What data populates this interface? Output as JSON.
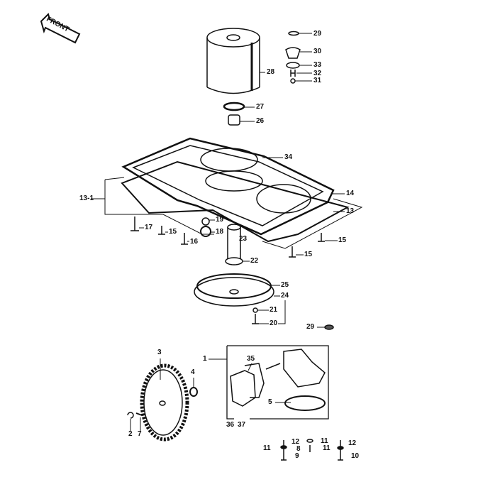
{
  "diagram": {
    "front_arrow_label": "FRONT",
    "callouts": [
      {
        "id": "c29a",
        "text": "29"
      },
      {
        "id": "c30",
        "text": "30"
      },
      {
        "id": "c33",
        "text": "33"
      },
      {
        "id": "c32",
        "text": "32"
      },
      {
        "id": "c31",
        "text": "31"
      },
      {
        "id": "c28",
        "text": "28"
      },
      {
        "id": "c27",
        "text": "27"
      },
      {
        "id": "c26",
        "text": "26"
      },
      {
        "id": "c34",
        "text": "34"
      },
      {
        "id": "c14",
        "text": "14"
      },
      {
        "id": "c13",
        "text": "13"
      },
      {
        "id": "c13_1",
        "text": "13-1"
      },
      {
        "id": "c17",
        "text": "17"
      },
      {
        "id": "c15a",
        "text": "15"
      },
      {
        "id": "c16",
        "text": "16"
      },
      {
        "id": "c19",
        "text": "19"
      },
      {
        "id": "c18",
        "text": "18"
      },
      {
        "id": "c23",
        "text": "23"
      },
      {
        "id": "c15b",
        "text": "15"
      },
      {
        "id": "c15c",
        "text": "15"
      },
      {
        "id": "c22",
        "text": "22"
      },
      {
        "id": "c25",
        "text": "25"
      },
      {
        "id": "c24",
        "text": "24"
      },
      {
        "id": "c21",
        "text": "21"
      },
      {
        "id": "c20",
        "text": "20"
      },
      {
        "id": "c29b",
        "text": "29"
      },
      {
        "id": "c3",
        "text": "3"
      },
      {
        "id": "c1",
        "text": "1"
      },
      {
        "id": "c35",
        "text": "35"
      },
      {
        "id": "c4",
        "text": "4"
      },
      {
        "id": "c5",
        "text": "5"
      },
      {
        "id": "c2",
        "text": "2"
      },
      {
        "id": "c7",
        "text": "7"
      },
      {
        "id": "c36",
        "text": "36"
      },
      {
        "id": "c37",
        "text": "37"
      },
      {
        "id": "c12a",
        "text": "12"
      },
      {
        "id": "c11a",
        "text": "11"
      },
      {
        "id": "c12b",
        "text": "12"
      },
      {
        "id": "c11b",
        "text": "11"
      },
      {
        "id": "c8",
        "text": "8"
      },
      {
        "id": "c11c",
        "text": "11"
      },
      {
        "id": "c9",
        "text": "9"
      },
      {
        "id": "c10",
        "text": "10"
      }
    ]
  }
}
